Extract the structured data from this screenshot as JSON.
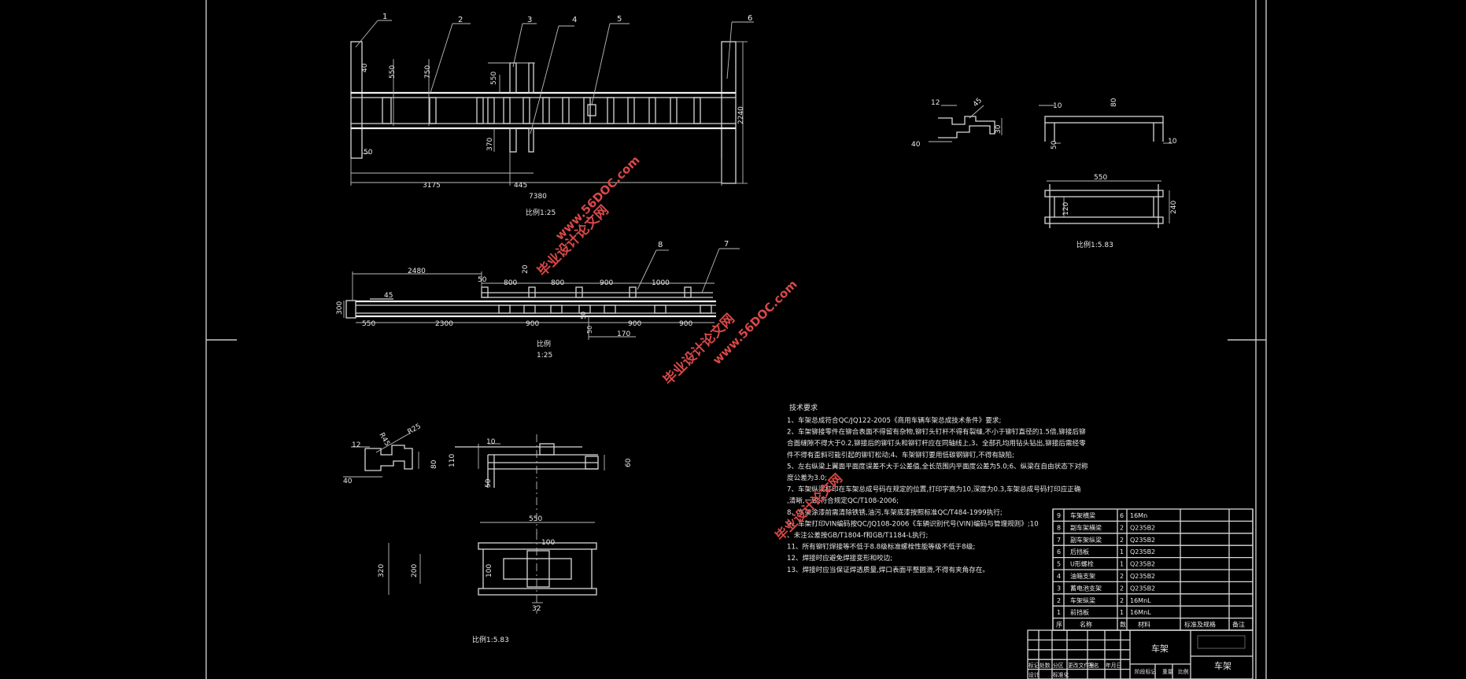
{
  "balloons": [
    "1",
    "2",
    "3",
    "4",
    "5",
    "6",
    "7",
    "8"
  ],
  "view1": {
    "dims": [
      "40",
      "550",
      "750",
      "550",
      "2240",
      "370",
      "50",
      "3175",
      "445",
      "7380"
    ],
    "scale": "比例1:25"
  },
  "view2": {
    "dims": [
      "2480",
      "50",
      "800",
      "20",
      "800",
      "900",
      "1000",
      "300",
      "45",
      "550",
      "2300",
      "900",
      "50",
      "50",
      "170",
      "900",
      "900"
    ],
    "scale_label": "比例",
    "scale_value": "1:25"
  },
  "view3": {
    "dims": [
      "12",
      "45",
      "40",
      "30",
      "10",
      "80",
      "50",
      "10",
      "550",
      "120",
      "240"
    ],
    "scale": "比例1:5.83"
  },
  "view4": {
    "dims": [
      "12",
      "R45",
      "R25",
      "40",
      "80",
      "10",
      "110",
      "50",
      "60",
      "550",
      "100",
      "320",
      "200",
      "100",
      "32"
    ],
    "scale": "比例1:5.83"
  },
  "tech_req": {
    "title": "技术要求",
    "lines": [
      "1、车架总成符合QC/JQ122-2005《商用车辆车架总成技术条件》要求;",
      "2、车架铆接零件在铆合表面不得留有杂物,铆钉头钉杆不得有裂缝,不小于铆钉直径的1.5倍,铆接后铆合面缝隙不得大于0.2,铆接后的铆钉头和铆钉杆应在同轴线上,3、全部孔均用钻头钻出,铆接后需经零件不得有歪斜可能引起的铆钉松动;4、车架铆钉要用低碳钢铆钉,不得有缺陷;",
      "5、左右纵梁上翼面平面度误差不大于公差值,全长范围内平面度公差为5.0;6、纵梁在自由状态下对称度公差为3.0;",
      "7、车架纵梁打印在车架总成号码在规定的位置,打印字高为10,深度为0.3,车架总成号码打印应正确,清晰,一致,符合规定QC/T108-2006;",
      "8、车架涂漆前需清除铁锈,油污,车架底漆按照标准QC/T484-1999执行;",
      "9、车架打印VIN编码按QC/JQ108-2006《车辆识别代号(VIN)编码与管理规则》;10、未注公差按GB/T1804-f和GB/T1184-L执行;",
      "11、所有铆钉焊接等不低于8.8级标准螺栓性能等级不低于8级;",
      "12、焊接时应避免焊接变形和咬边;",
      "13、焊接时应当保证焊透质量,焊口表面平整圆滑,不得有夹角存在。"
    ]
  },
  "bom": {
    "rows": [
      {
        "no": "9",
        "name": "车架横梁",
        "qty": "6",
        "mat": "16Mn"
      },
      {
        "no": "8",
        "name": "副车架横梁",
        "qty": "2",
        "mat": "Q235B2"
      },
      {
        "no": "7",
        "name": "副车架纵梁",
        "qty": "2",
        "mat": "Q235B2"
      },
      {
        "no": "6",
        "name": "后挡板",
        "qty": "1",
        "mat": "Q235B2"
      },
      {
        "no": "5",
        "name": "U形螺栓",
        "qty": "1",
        "mat": "Q235B2"
      },
      {
        "no": "4",
        "name": "油箱支架",
        "qty": "2",
        "mat": "Q235B2"
      },
      {
        "no": "3",
        "name": "蓄电池支架",
        "qty": "2",
        "mat": "Q235B2"
      },
      {
        "no": "2",
        "name": "车架纵梁",
        "qty": "2",
        "mat": "16MnL"
      },
      {
        "no": "1",
        "name": "前挡板",
        "qty": "1",
        "mat": "16MnL"
      }
    ],
    "headers": [
      "序",
      "名称",
      "数",
      "材料",
      "标准及规格",
      "备注"
    ]
  },
  "title_block": {
    "part_name": "车架",
    "drawing_name": "车架",
    "labels": [
      "标记",
      "处数",
      "分区",
      "更改文件号",
      "签名",
      "年月日"
    ],
    "labels2": [
      "设计",
      "",
      "标准化",
      "",
      "",
      "",
      "阶段标记",
      "重量",
      "比例"
    ]
  },
  "watermark": {
    "site_cn": "毕业设计论文网",
    "site_url": "www.56DOC.com"
  },
  "colors": {
    "background": "#000000",
    "lines": "#d8d8d8",
    "watermark": "#d94848"
  }
}
